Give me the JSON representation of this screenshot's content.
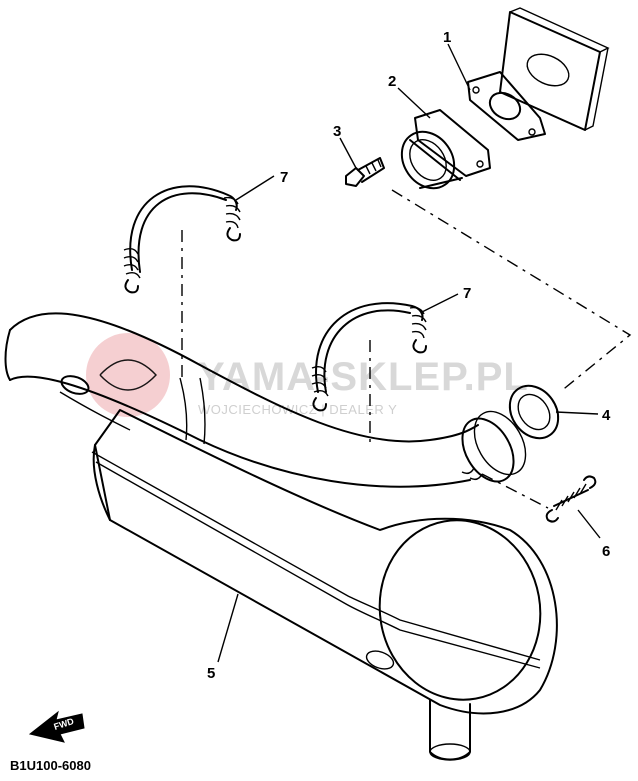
{
  "callouts": [
    "1",
    "2",
    "3",
    "7",
    "7",
    "4",
    "6",
    "5"
  ],
  "watermark": {
    "title": "YAMA-SKLEP.PL",
    "subtitle": "WOJCIECHOWICZ | DEALER Y"
  },
  "fwd_label": "FWD",
  "diagram_code": "B1U100-6080",
  "colors": {
    "ink": "#000000",
    "watermark": "#d8d8d8",
    "logo": "#f0b8bc"
  }
}
